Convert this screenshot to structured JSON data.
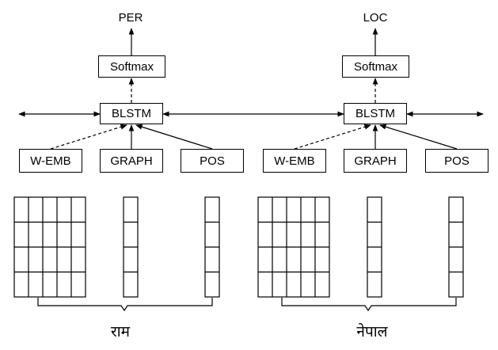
{
  "columns": [
    {
      "output_label": "PER",
      "softmax_label": "Softmax",
      "blstm_label": "BLSTM",
      "features": [
        "W-EMB",
        "GRAPH",
        "POS"
      ],
      "word": "राम"
    },
    {
      "output_label": "LOC",
      "softmax_label": "Softmax",
      "blstm_label": "BLSTM",
      "features": [
        "W-EMB",
        "GRAPH",
        "POS"
      ],
      "word": "नेपाल"
    }
  ],
  "matrices": {
    "embedding": {
      "rows": 4,
      "cols": 5
    },
    "graph": {
      "rows": 4,
      "cols": 1
    },
    "pos": {
      "rows": 4,
      "cols": 1
    }
  }
}
